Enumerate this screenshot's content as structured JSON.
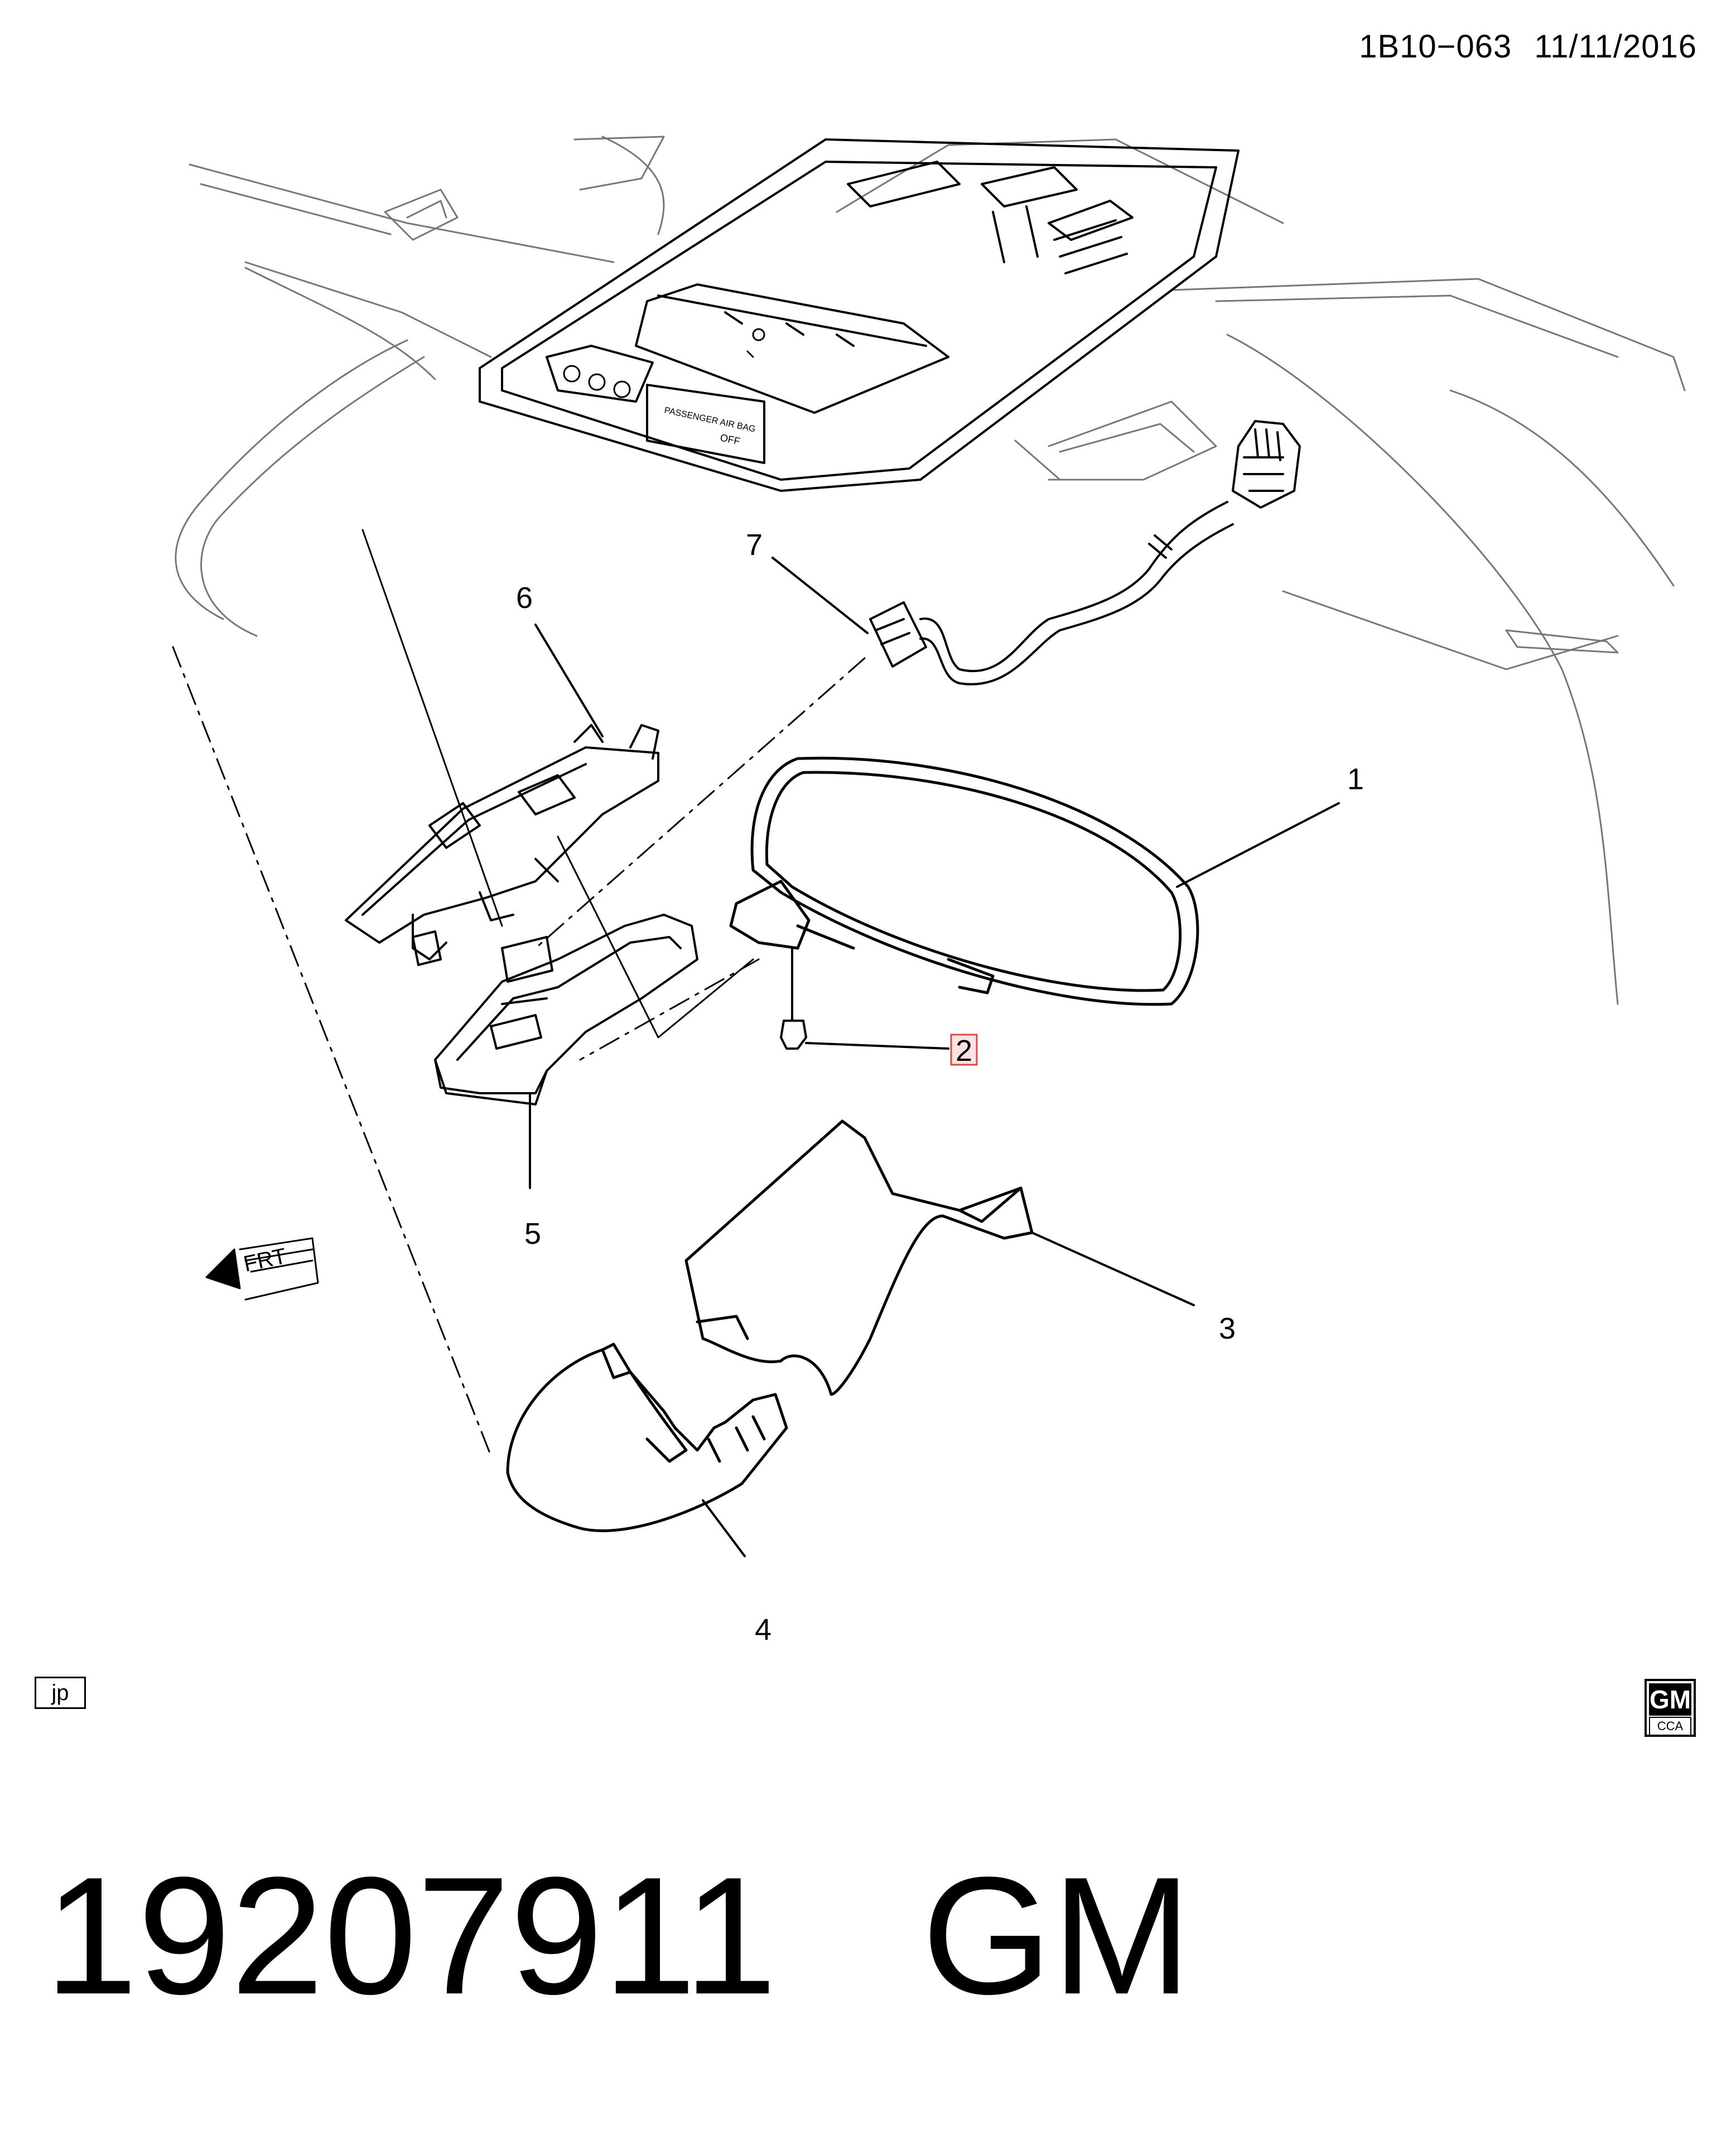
{
  "header": {
    "diagram_ref": "1B10−063",
    "date": "11/11/2016"
  },
  "callouts": {
    "c1": "1",
    "c2": "2",
    "c3": "3",
    "c4": "4",
    "c5": "5",
    "c6": "6",
    "c7": "7"
  },
  "console_labels": {
    "airbag": "PASSENGER AIR BAG",
    "off": "OFF"
  },
  "direction_label": "FRT",
  "corner_tag": "jp",
  "logo": {
    "top": "GM",
    "bottom": "CCA"
  },
  "footer": {
    "part_number": "19207911",
    "brand": "GM"
  },
  "colors": {
    "line": "#000000",
    "highlight_fill": "#fde2e2",
    "highlight_border": "#d94a4a"
  }
}
